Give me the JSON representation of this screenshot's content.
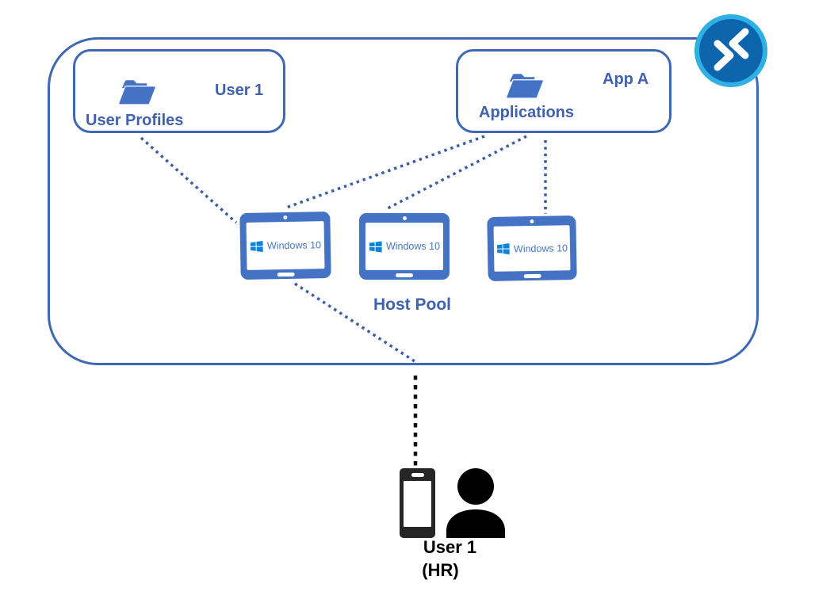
{
  "user_profiles_box": {
    "title": "User Profiles",
    "item": "User 1",
    "icon": "open-folder-icon"
  },
  "applications_box": {
    "title": "Applications",
    "item": "App A",
    "icon": "open-folder-icon"
  },
  "host_pool": {
    "label": "Host Pool",
    "devices": [
      {
        "os": "Windows 10"
      },
      {
        "os": "Windows 10"
      },
      {
        "os": "Windows 10"
      }
    ]
  },
  "end_user": {
    "name": "User 1",
    "department": "(HR)",
    "icons": [
      "smartphone-icon",
      "person-icon"
    ]
  },
  "corner_icon": "azure-virtual-desktop-icon",
  "colors": {
    "outline_blue": "#3E68B4",
    "label_blue": "#3F61AE",
    "tablet_blue": "#4472C4",
    "windows_flag_blue": "#0B84DC",
    "windows_text_blue": "#4479BE",
    "avd_ring_cyan": "#2FB0E4",
    "avd_core_blue": "#0D65AE",
    "user_black": "#000000"
  }
}
